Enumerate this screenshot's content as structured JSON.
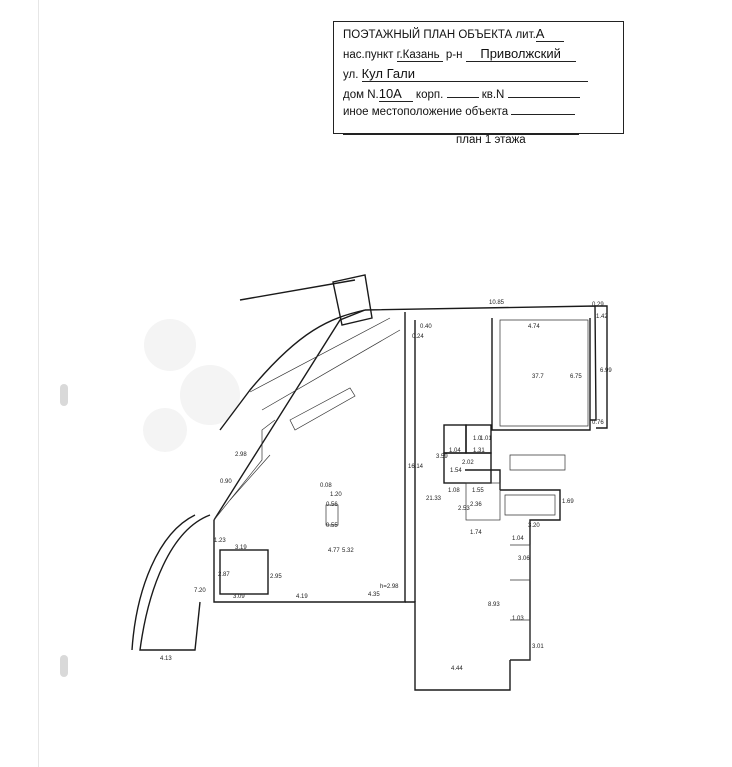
{
  "header": {
    "title": "ПОЭТАЖНЫЙ ПЛАН ОБЪЕКТА",
    "lit_label": "лит.",
    "lit_value": "А",
    "settlement_label": "нас.пункт",
    "settlement_value": "г.Казань",
    "district_label": "р-н",
    "district_value": "Приволжский",
    "street_label": "ул.",
    "street_value": "Кул Гали",
    "house_label": "дом N.",
    "house_value": "10А",
    "building_label": "корп.",
    "apartment_label": "кв.N",
    "location_label": "иное местоположение объекта"
  },
  "plan_caption": "план 1 этажа",
  "dimensions": {
    "d10_85": "10.85",
    "d4_74": "4.74",
    "d0_29": "0.29",
    "d1_42": "1.42",
    "d0_40": "0.40",
    "d0_24": "0.24",
    "d6_75": "6.75",
    "d6_99": "6.99",
    "d0_76": "0.76",
    "d37_7": "37.7",
    "d1_04": "1.04",
    "d1_0": "1.0",
    "d1_01": "1.01",
    "d1_31": "1.31",
    "d3_59": "3.59",
    "d2_02": "2.02",
    "d1_54": "1.54",
    "d1_08": "1.08",
    "d1_55": "1.55",
    "d2_53": "2.53",
    "d2_36": "2.36",
    "d1_69": "1.69",
    "d3_20": "3.20",
    "d1_74": "1.74",
    "d1_04b": "1.04",
    "d3_06": "3.06",
    "d16_14": "16.14",
    "d21_33": "21.33",
    "d8_93": "8.93",
    "d1_03": "1.03",
    "d3_01": "3.01",
    "d4_44": "4.44",
    "d2_98": "2.98",
    "d0_90": "0.90",
    "d0_08": "0.08",
    "d1_20": "1.20",
    "d0_56": "0.56",
    "d0_55": "0.55",
    "d4_77": "4.77",
    "d5_32": "5.32",
    "d1_23": "1.23",
    "d3_19": "3.19",
    "d2_87": "2.87",
    "d2_95": "2.95",
    "d7_20": "7.20",
    "d3_09": "3.09",
    "d4_19": "4.19",
    "d4_35": "4.35",
    "h2_98": "h=2.98",
    "d4_13": "4.13"
  }
}
